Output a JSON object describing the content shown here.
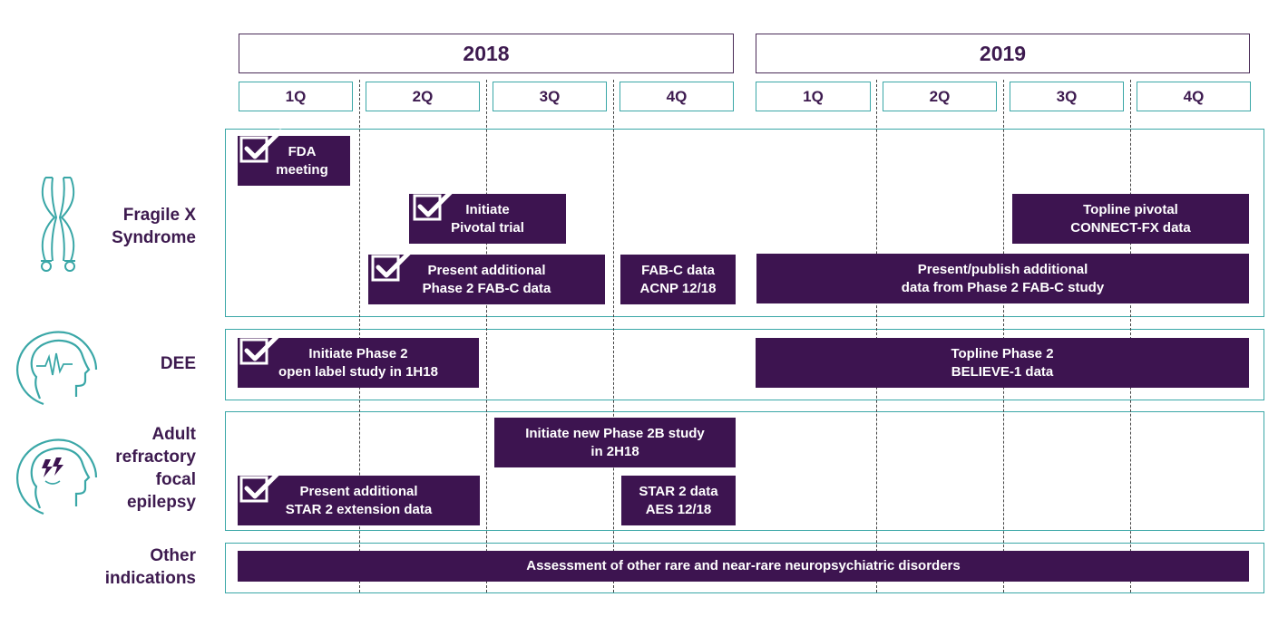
{
  "years": [
    "2018",
    "2019"
  ],
  "quarters": [
    "1Q",
    "2Q",
    "3Q",
    "4Q",
    "1Q",
    "2Q",
    "3Q",
    "4Q"
  ],
  "rows": [
    {
      "label": [
        "Fragile X",
        "Syndrome"
      ],
      "icon": "chromosome-icon"
    },
    {
      "label": [
        "DEE"
      ],
      "icon": "brain-wave-head-icon"
    },
    {
      "label": [
        "Adult",
        "refractory",
        "focal",
        "epilepsy"
      ],
      "icon": "brain-seizure-head-icon"
    },
    {
      "label": [
        "Other",
        "indications"
      ],
      "icon": ""
    }
  ],
  "milestones": [
    {
      "lines": [
        "FDA",
        "meeting"
      ],
      "completed": true
    },
    {
      "lines": [
        "Initiate",
        "Pivotal trial"
      ],
      "completed": true
    },
    {
      "lines": [
        "Topline pivotal",
        "CONNECT-FX data"
      ],
      "completed": false
    },
    {
      "lines": [
        "Present additional",
        "Phase 2 FAB-C data"
      ],
      "completed": true
    },
    {
      "lines": [
        "FAB-C data",
        "ACNP 12/18"
      ],
      "completed": false
    },
    {
      "lines": [
        "Present/publish additional",
        "data from Phase 2 FAB-C study"
      ],
      "completed": false
    },
    {
      "lines": [
        "Initiate Phase 2",
        "open label study in 1H18"
      ],
      "completed": true
    },
    {
      "lines": [
        "Topline Phase 2",
        "BELIEVE-1 data"
      ],
      "completed": false
    },
    {
      "lines": [
        "Initiate new Phase 2B study",
        "in 2H18"
      ],
      "completed": false
    },
    {
      "lines": [
        "Present additional",
        "STAR 2 extension data"
      ],
      "completed": true
    },
    {
      "lines": [
        "STAR 2 data",
        "AES 12/18"
      ],
      "completed": false
    },
    {
      "lines": [
        "Assessment of other rare and near-rare neuropsychiatric disorders"
      ],
      "completed": false
    }
  ],
  "colors": {
    "accent": "#3d1450",
    "teal": "#3aa7a7",
    "text": "#3d1a4f"
  }
}
